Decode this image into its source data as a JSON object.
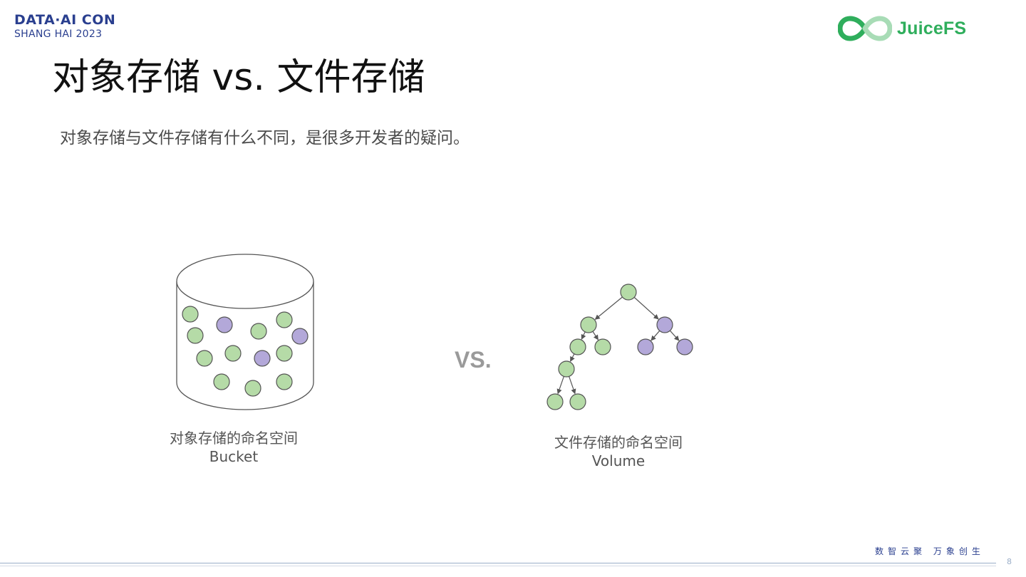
{
  "header": {
    "conference_line1": "DATA·AI CON",
    "conference_line2": "SHANG HAI 2023",
    "brand_name": "JuiceFS"
  },
  "slide": {
    "title": "对象存储 vs. 文件存储",
    "subtitle": "对象存储与文件存储有什么不同，是很多开发者的疑问。",
    "vs_label": "VS."
  },
  "object_storage": {
    "caption_line1": "对象存储的命名空间",
    "caption_line2": "Bucket"
  },
  "file_storage": {
    "caption_line1": "文件存储的命名空间",
    "caption_line2": "Volume"
  },
  "footer": {
    "slogan": "数智云聚  万象创生",
    "page_number": "8"
  },
  "colors": {
    "green_node": "#b5dba7",
    "purple_node": "#b3a8d9",
    "outline": "#555555",
    "brand_green": "#2fae5c",
    "conference_blue": "#2a3f8f"
  }
}
